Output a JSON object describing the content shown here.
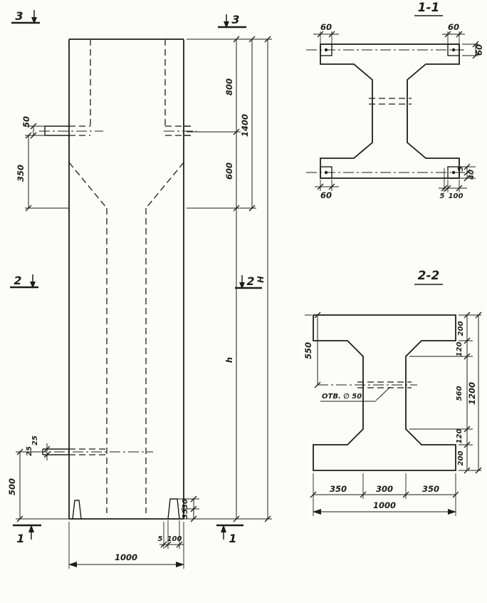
{
  "canvas": {
    "paper_color": "#fcfcfa",
    "ink_color": "#1d1d1d"
  },
  "elevation": {
    "markers": {
      "m3": "3",
      "m2": "2",
      "m1": "1"
    },
    "dims": {
      "top_height": "800",
      "upper_total": "1400",
      "taper_height": "600",
      "total_height": "H",
      "shaft_height": "h",
      "corbel_thickness": "50",
      "taper_offset": "350",
      "ledge_a": "25",
      "ledge_b": "25",
      "base_height": "500",
      "width": "1000",
      "foot_gap": "5",
      "foot_width": "100",
      "foot_a": "30",
      "foot_b": "35"
    }
  },
  "section1": {
    "title": "1-1",
    "dims": {
      "plate_top_left": "60",
      "plate_top_right": "60",
      "plate_side": "60",
      "plate_bottom_left": "60",
      "gap": "5",
      "plate_width": "100",
      "edge_small": "5",
      "edge_offset": "40"
    }
  },
  "section2": {
    "title": "2-2",
    "dims": {
      "top_to_hole": "550",
      "flange_top": "200",
      "haunch_top": "120",
      "web_height": "560",
      "haunch_bottom": "120",
      "flange_bottom": "200",
      "total_height": "1200",
      "flange_left": "350",
      "web_width": "300",
      "flange_right": "350",
      "width": "1000"
    },
    "hole_label": "ОТВ. ∅ 50"
  }
}
